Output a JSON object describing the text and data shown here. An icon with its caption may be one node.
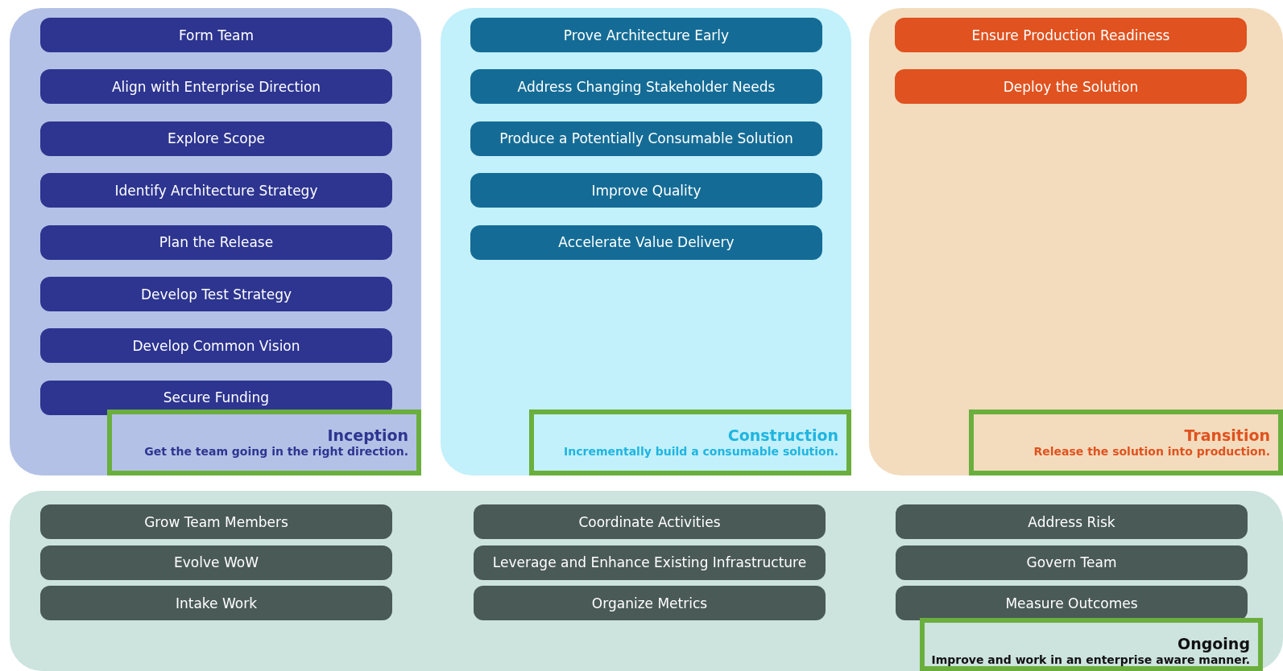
{
  "diagram": {
    "nodes": [
      {
        "text": [],
        "shape": "box"
      },
      {
        "text": [
          "Form Team"
        ],
        "in": 0
      },
      {
        "text": [
          "Align with Enterprise Direction"
        ],
        "in": 0
      },
      {
        "text": [
          "Explore Scope"
        ],
        "in": 0
      },
      {
        "text": [
          "Identify Architecture Strategy"
        ],
        "in": 0
      },
      {
        "text": [
          "Plan the Release"
        ],
        "in": 0
      },
      {
        "text": [
          "Develop Test Strategy"
        ],
        "in": 0
      },
      {
        "text": [
          "Develop Common Vision"
        ],
        "in": 0
      },
      {
        "text": [
          "Secure Funding"
        ],
        "in": 0
      },
      {
        "text": [
          "Inception",
          "Get the team going in the right direction."
        ],
        "in": 0
      },
      {
        "text": [],
        "shape": "box"
      },
      {
        "text": [
          "Prove Architecture Early"
        ],
        "in": 10
      },
      {
        "text": [
          "Address Changing Stakeholder Needs"
        ],
        "in": 10
      },
      {
        "text": [
          "Produce a Potentially Consumable Solution"
        ],
        "in": 10
      },
      {
        "text": [
          "Improve Quality"
        ],
        "in": 10
      },
      {
        "text": [
          "Accelerate Value Delivery"
        ],
        "in": 10
      },
      {
        "text": [
          "Construction",
          "Incrementally build a consumable solution."
        ],
        "in": 10
      },
      {
        "text": [],
        "shape": "box"
      },
      {
        "text": [
          "Ensure Production Readiness"
        ],
        "in": 17
      },
      {
        "text": [
          "Deploy the Solution"
        ],
        "in": 17
      },
      {
        "text": [
          "Transition",
          "Release the solution into production."
        ],
        "in": 17
      },
      {
        "text": [],
        "shape": "box"
      },
      {
        "text": [
          "Grow Team Members"
        ],
        "in": 21
      },
      {
        "text": [
          "Evolve WoW"
        ],
        "in": 21
      },
      {
        "text": [
          "Intake Work"
        ],
        "in": 21
      },
      {
        "text": [
          "Coordinate Activities"
        ],
        "in": 21
      },
      {
        "text": [
          "Leverage and Enhance Existing Infrastructure"
        ],
        "in": 21
      },
      {
        "text": [
          "Organize Metrics"
        ],
        "in": 21
      },
      {
        "text": [
          "Address Risk"
        ],
        "in": 21
      },
      {
        "text": [
          "Govern Team"
        ],
        "in": 21
      },
      {
        "text": [
          "Measure Outcomes"
        ],
        "in": 21
      },
      {
        "text": [
          "Ongoing",
          "Improve and work in an enterprise aware manner."
        ],
        "in": 21
      }
    ],
    "edges": []
  }
}
